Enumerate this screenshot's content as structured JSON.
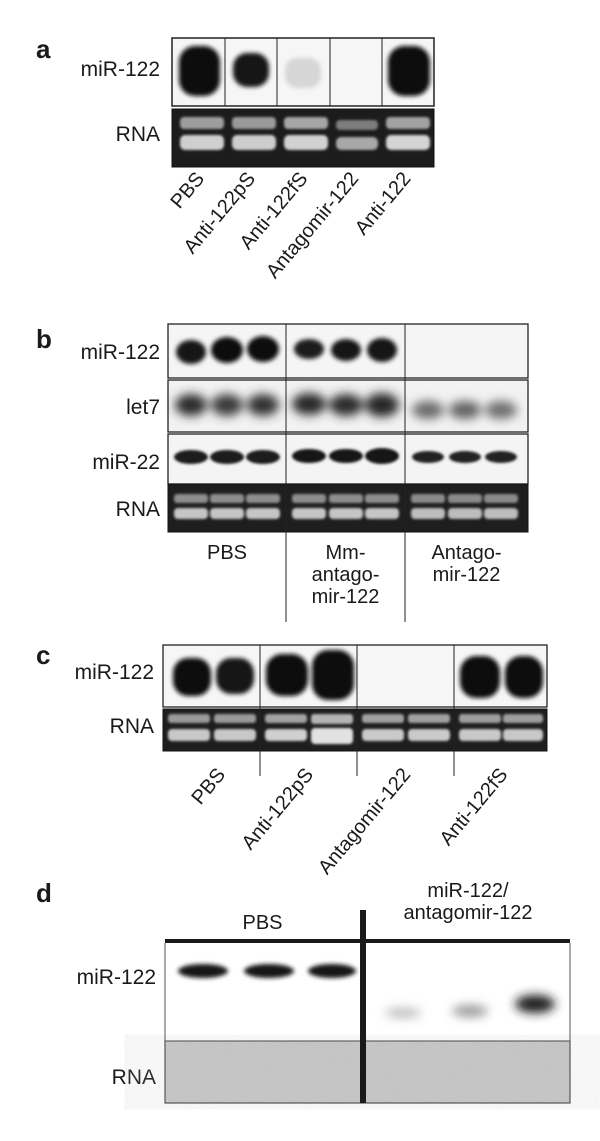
{
  "panel_a": {
    "letter": "a",
    "row_labels": [
      "miR-122",
      "RNA"
    ],
    "lanes": [
      "PBS",
      "Anti-122pS",
      "Anti-122fS",
      "Antagomir-122",
      "Anti-122"
    ],
    "band_intensity": [
      1.0,
      0.85,
      0.12,
      0.0,
      1.0
    ]
  },
  "panel_b": {
    "letter": "b",
    "row_labels": [
      "miR-122",
      "let7",
      "miR-22",
      "RNA"
    ],
    "groups": [
      {
        "label_lines": [
          "PBS"
        ]
      },
      {
        "label_lines": [
          "Mm-",
          "antago-",
          "mir-122"
        ]
      },
      {
        "label_lines": [
          "Antago-",
          "mir-122"
        ]
      }
    ]
  },
  "panel_c": {
    "letter": "c",
    "row_labels": [
      "miR-122",
      "RNA"
    ],
    "lanes": [
      "PBS",
      "Anti-122pS",
      "Antagomir-122",
      "Anti-122fS"
    ]
  },
  "panel_d": {
    "letter": "d",
    "row_labels": [
      "miR-122",
      "RNA"
    ],
    "groups": [
      {
        "label_lines": [
          "PBS"
        ]
      },
      {
        "label_lines": [
          "miR-122/",
          "antagomir-122"
        ]
      }
    ]
  }
}
